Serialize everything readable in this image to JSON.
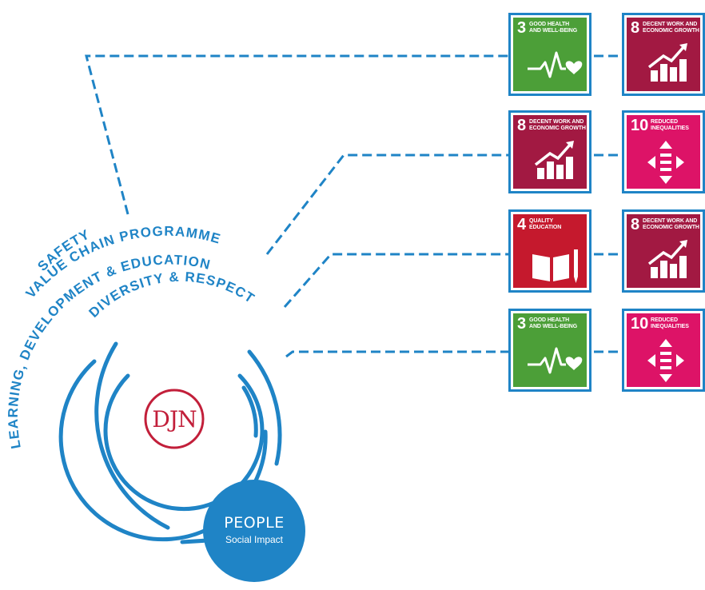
{
  "logo": {
    "text": "DJN"
  },
  "hub": {
    "title": "PEOPLE",
    "subtitle": "Social Impact"
  },
  "topics": [
    "SAFETY",
    "VALUE CHAIN PROGRAMME",
    "LEARNING, DEVELOPMENT & EDUCATION",
    "DIVERSITY & RESPECT"
  ],
  "sdg_rows": [
    {
      "topic": "SAFETY",
      "goals": [
        {
          "number": "3",
          "title": "GOOD HEALTH\nAND WELL-BEING",
          "color": "#4c9f38",
          "icon": "heartbeat-icon"
        },
        {
          "number": "8",
          "title": "DECENT WORK AND\nECONOMIC GROWTH",
          "color": "#a21942",
          "icon": "growth-chart-icon"
        }
      ]
    },
    {
      "topic": "VALUE CHAIN PROGRAMME",
      "goals": [
        {
          "number": "8",
          "title": "DECENT WORK AND\nECONOMIC GROWTH",
          "color": "#a21942",
          "icon": "growth-chart-icon"
        },
        {
          "number": "10",
          "title": "REDUCED\nINEQUALITIES",
          "color": "#dd1367",
          "icon": "equality-arrows-icon"
        }
      ]
    },
    {
      "topic": "LEARNING, DEVELOPMENT & EDUCATION",
      "goals": [
        {
          "number": "4",
          "title": "QUALITY\nEDUCATION",
          "color": "#c5192d",
          "icon": "book-pencil-icon"
        },
        {
          "number": "8",
          "title": "DECENT WORK AND\nECONOMIC GROWTH",
          "color": "#a21942",
          "icon": "growth-chart-icon"
        }
      ]
    },
    {
      "topic": "DIVERSITY & RESPECT",
      "goals": [
        {
          "number": "3",
          "title": "GOOD HEALTH\nAND WELL-BEING",
          "color": "#4c9f38",
          "icon": "heartbeat-icon"
        },
        {
          "number": "10",
          "title": "REDUCED\nINEQUALITIES",
          "color": "#dd1367",
          "icon": "equality-arrows-icon"
        }
      ]
    }
  ],
  "colors": {
    "accent_blue": "#1f84c6",
    "logo_red": "#c21f3a",
    "connector": "#1f84c6"
  }
}
